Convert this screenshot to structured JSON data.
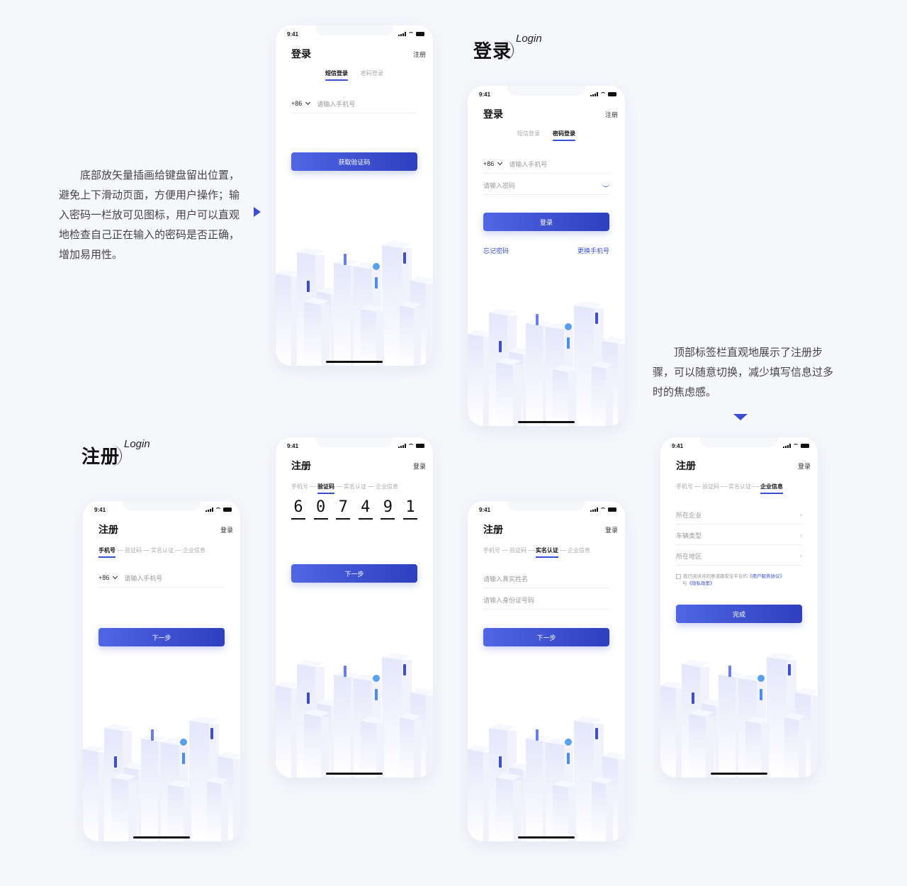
{
  "status": {
    "time": "9:41"
  },
  "headings": {
    "login": {
      "cn": "登录",
      "en": "Login"
    },
    "register": {
      "cn": "注册",
      "en": "Login"
    }
  },
  "descriptions": {
    "login_note": "底部放矢量插画给键盘留出位置，避免上下滑动页面，方便用户操作；输入密码一栏放可见图标，用户可以直观地检查自己正在输入的密码是否正确，增加易用性。",
    "register_note": "顶部标签栏直观地展示了注册步骤，可以随意切换，减少填写信息过多时的焦虑感。"
  },
  "login_tabs": [
    "短信登录",
    "密码登录"
  ],
  "register_steps": [
    "手机号",
    "验证码",
    "实名认证",
    "企业信息"
  ],
  "common": {
    "login_title": "登录",
    "register_title": "注册",
    "register_link": "注册",
    "login_link": "登录",
    "country_code": "+86",
    "phone_placeholder": "请输入手机号",
    "password_placeholder": "请输入密码",
    "get_code": "获取验证码",
    "login_btn": "登录",
    "next_btn": "下一步",
    "forgot": "忘记密码",
    "change_phone": "更换手机号",
    "name_placeholder": "请输入真实姓名",
    "id_placeholder": "请输入身份证号码",
    "company": "所在企业",
    "vehicle": "车辆类型",
    "region": "所在地区",
    "agree_prefix": "我已阅读并同意道路安全平台的",
    "agree_terms": "《用户服务协议》",
    "agree_and": "与",
    "agree_privacy": "《隐私政策》",
    "done_btn": "完成"
  },
  "code_digits": [
    "6",
    "0",
    "7",
    "4",
    "9",
    "1"
  ],
  "colors": {
    "accent": "#3b4fd0",
    "background": "#f6f7fb"
  }
}
